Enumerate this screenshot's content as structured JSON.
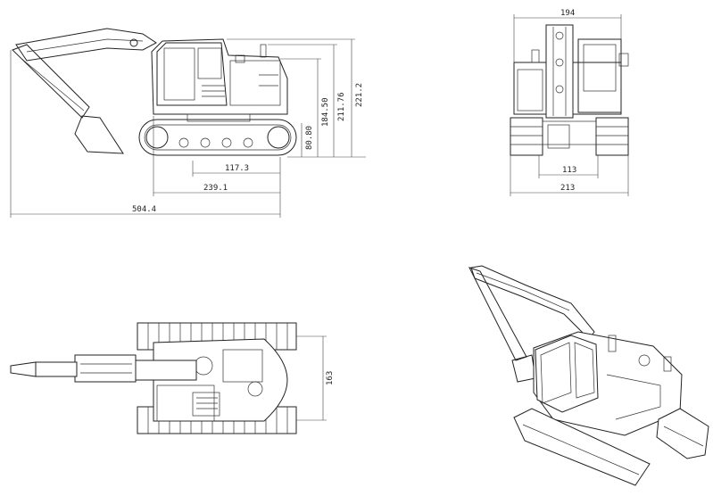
{
  "dimensions": {
    "side_total_length": "504.4",
    "side_body_length": "239.1",
    "side_track_length": "117.3",
    "side_height_total": "221.2",
    "side_height_cab": "211.76",
    "side_height_upper": "184.50",
    "side_height_track": "80.80",
    "front_width_top": "194",
    "front_width_mid": "113",
    "front_width_total": "213",
    "top_track_width": "163"
  },
  "colors": {
    "line": "#222222",
    "background": "#ffffff"
  }
}
